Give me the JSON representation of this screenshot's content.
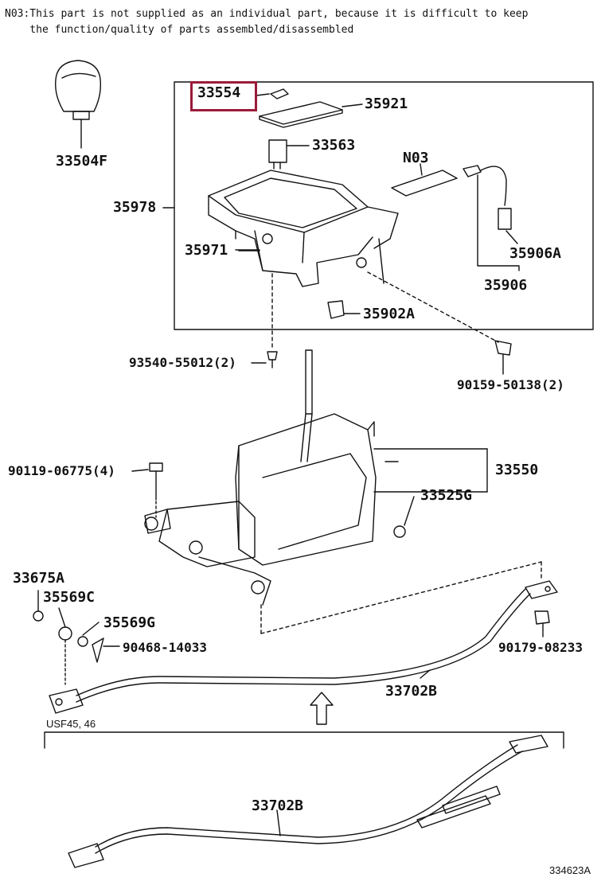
{
  "note": {
    "line1": "N03:This part is not supplied as an individual part, because it is difficult to keep",
    "line2": "    the function/quality of parts assembled/disassembled"
  },
  "highlight_color": "#9b1b3a",
  "parts": {
    "p33554": "33554",
    "p35921": "35921",
    "p33563": "33563",
    "n03": "N03",
    "p35978": "35978",
    "p33504F": "33504F",
    "p35971": "35971",
    "p35906A": "35906A",
    "p35906": "35906",
    "p35902A": "35902A",
    "p93540": "93540-55012(2)",
    "p90159": "90159-50138(2)",
    "p90119": "90119-06775(4)",
    "p33550": "33550",
    "p33525G": "33525G",
    "p33675A": "33675A",
    "p35569C": "35569C",
    "p35569G": "35569G",
    "p90468": "90468-14033",
    "p90179": "90179-08233",
    "p33702B_top": "33702B",
    "p33702B_bottom": "33702B"
  },
  "variant_label": "USF45, 46",
  "figure_id": "334623A"
}
